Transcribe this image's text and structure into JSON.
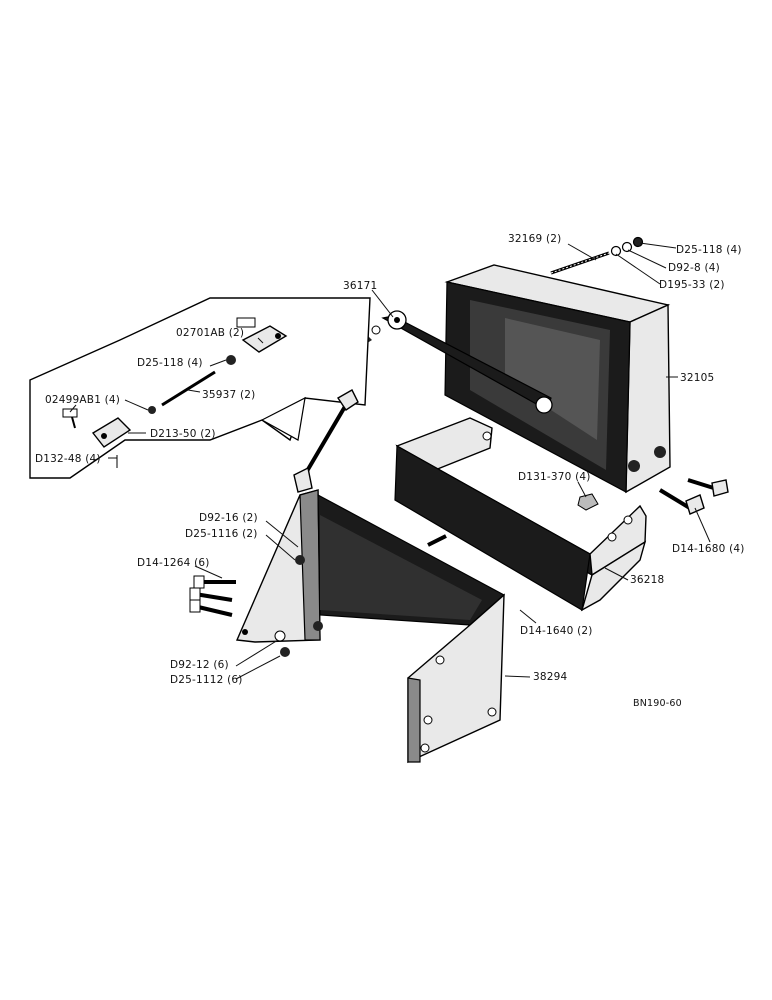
{
  "labels": {
    "p32169": "32169 (2)",
    "pD25_118_top": "D25-118 (4)",
    "pD92_8": "D92-8 (4)",
    "pD195_33": "D195-33 (2)",
    "p36171": "36171",
    "p02701AB": "02701AB (2)",
    "pD25_118_inset": "D25-118 (4)",
    "p02499AB1": "02499AB1 (4)",
    "p35937": "35937 (2)",
    "pD213_50": "D213-50 (2)",
    "pD132_48": "D132-48 (4)",
    "p32105": "32105",
    "pD131_370": "D131-370 (4)",
    "pD14_1680": "D14-1680 (4)",
    "pD92_16": "D92-16 (2)",
    "pD25_1116": "D25-1116 (2)",
    "pD14_1264": "D14-1264 (6)",
    "p36218": "36218",
    "pD14_1640": "D14-1640 (2)",
    "pD92_12": "D92-12 (6)",
    "pD25_1112": "D25-1112 (6)",
    "p38294": "38294",
    "ref": "BN190-60"
  }
}
